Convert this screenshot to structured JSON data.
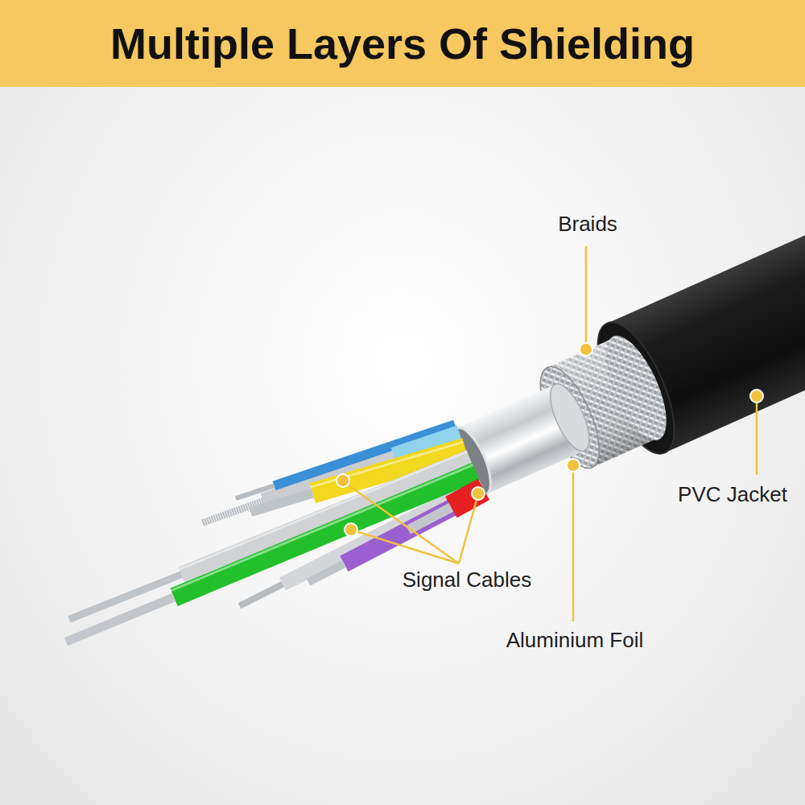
{
  "diagram": {
    "title": "Multiple Layers Of Shielding",
    "labels": [
      "Braids",
      "PVC Jacket",
      "Signal Cables",
      "Aluminium Foil"
    ]
  }
}
